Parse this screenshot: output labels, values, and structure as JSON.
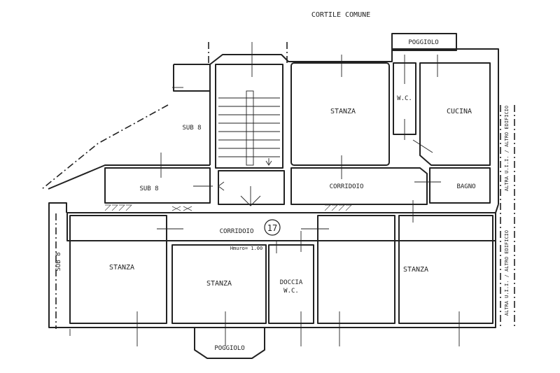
{
  "outside": {
    "courtyard": "CORTILE COMUNE",
    "balcony_top": "POGGIOLO",
    "balcony_bottom": "POGGIOLO",
    "right_label_upper": "ALTRA U.I.I. / ALTRO EDIFICIO",
    "right_label_lower": "ALTRA U.I.I. / ALTRO EDIFICIO",
    "left_unit": "SUB 8"
  },
  "rooms": {
    "sub8_top": "SUB 8",
    "sub8_mid": "SUB 8",
    "stanza_top": "STANZA",
    "wc_top": "W.C.",
    "cucina": "CUCINA",
    "corridoio_right": "CORRIDOIO",
    "bagno": "BAGNO",
    "corridoio_main": "CORRIDOIO",
    "unit_number": "17",
    "height_note": "Hmuro= 1.00",
    "stanza_left": "STANZA",
    "stanza_center": "STANZA",
    "doccia_line1": "DOCCIA",
    "doccia_line2": "W.C.",
    "stanza_right": "STANZA"
  }
}
